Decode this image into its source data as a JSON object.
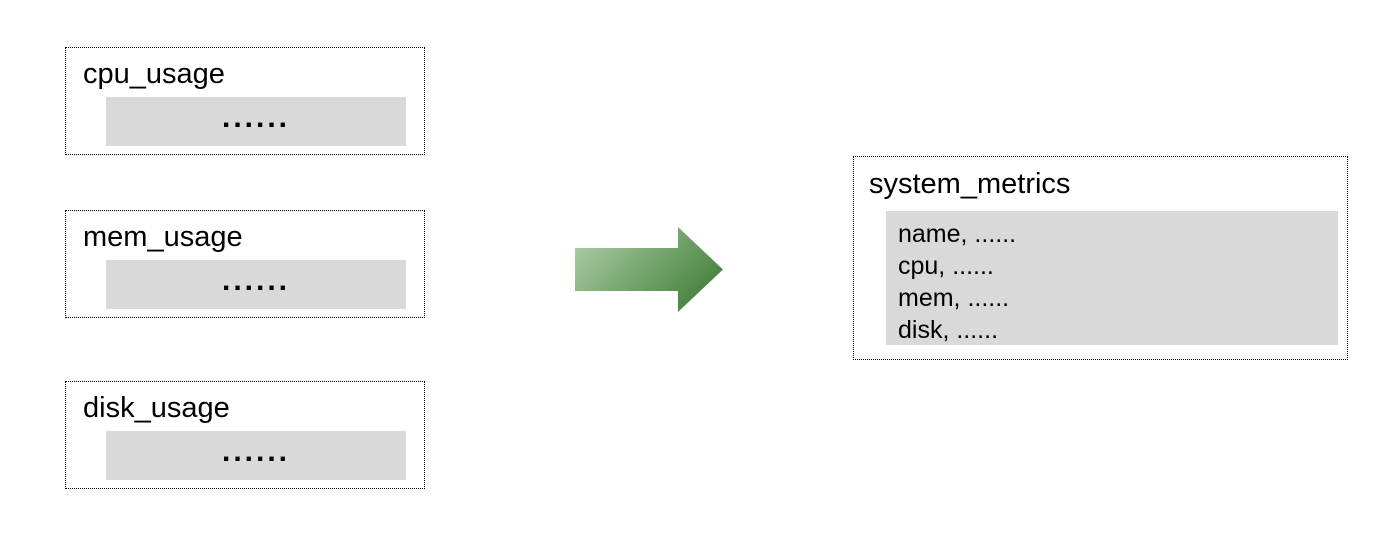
{
  "diagram": {
    "sources": [
      {
        "title": "cpu_usage",
        "placeholder": "......"
      },
      {
        "title": "mem_usage",
        "placeholder": "......"
      },
      {
        "title": "disk_usage",
        "placeholder": "......"
      }
    ],
    "arrow": {
      "gradient_start": "#b5d1ae",
      "gradient_end": "#4c8845"
    },
    "target": {
      "title": "system_metrics",
      "rows": [
        "name, ......",
        "cpu, ......",
        "mem, ......",
        "disk, ......"
      ]
    },
    "colors": {
      "panel_gray": "#d9d9d9",
      "border": "#000000",
      "background": "#ffffff"
    }
  }
}
